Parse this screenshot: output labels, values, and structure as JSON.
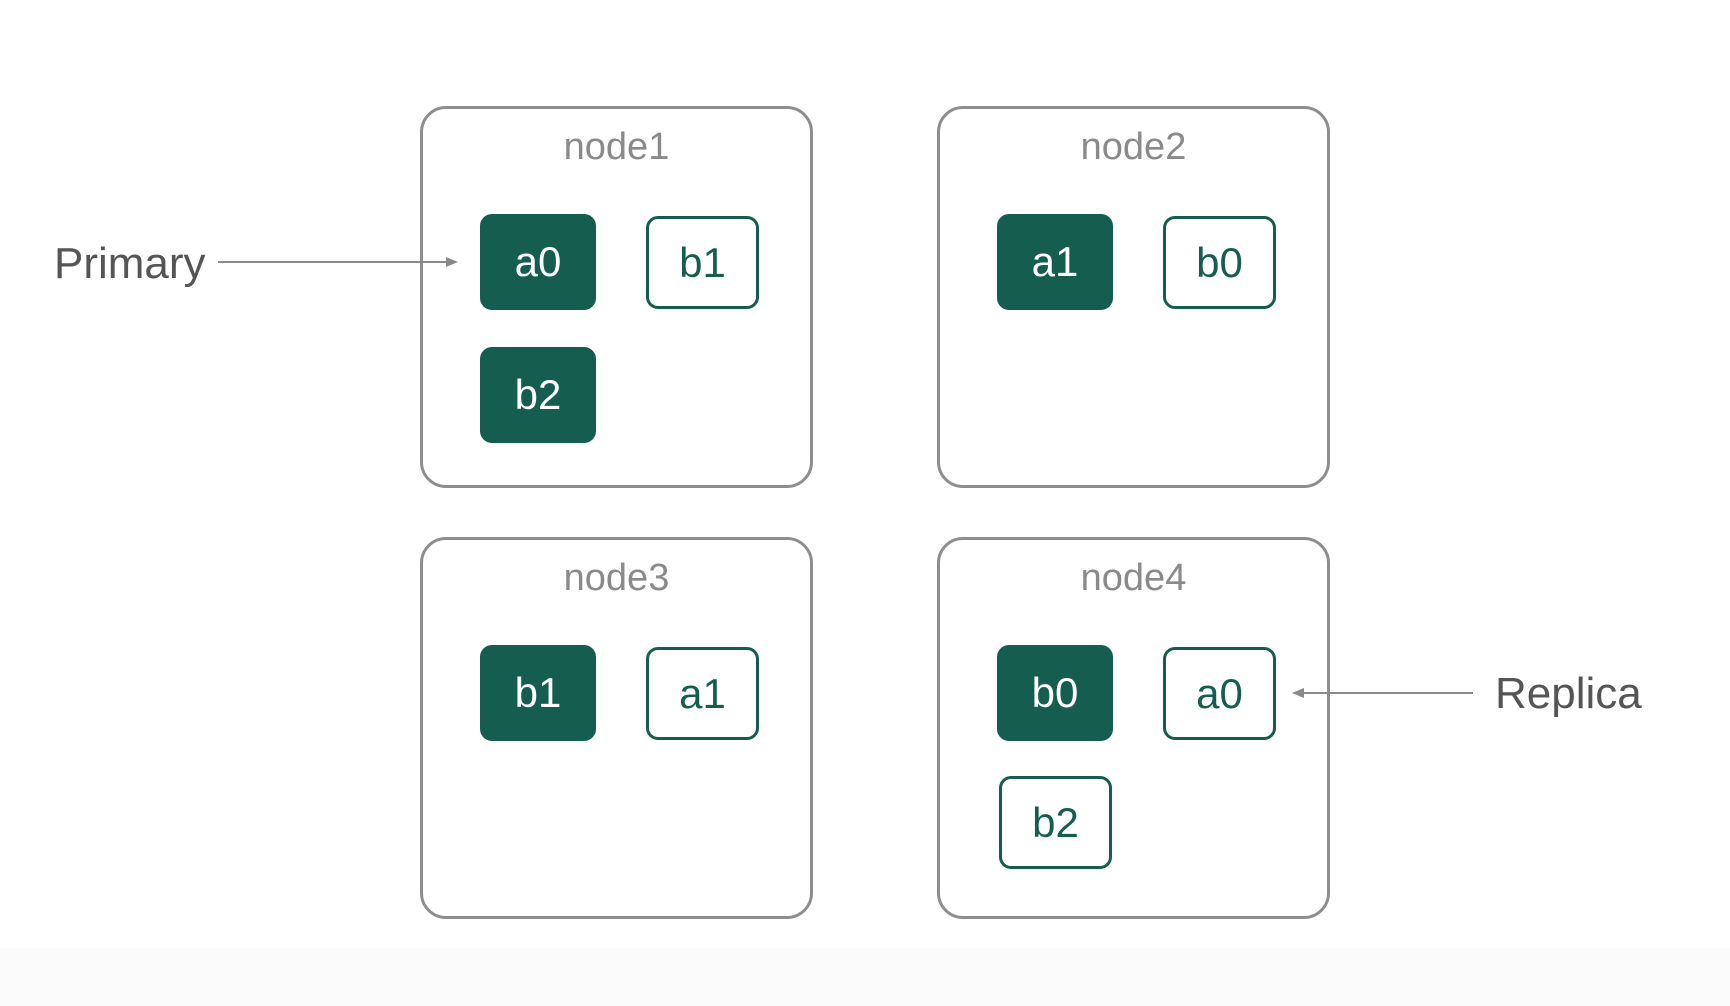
{
  "labels": {
    "primary": "Primary",
    "replica": "Replica"
  },
  "nodes": [
    {
      "name": "node1",
      "shards": [
        {
          "label": "a0",
          "kind": "primary"
        },
        {
          "label": "b1",
          "kind": "replica"
        },
        {
          "label": "b2",
          "kind": "primary"
        }
      ]
    },
    {
      "name": "node2",
      "shards": [
        {
          "label": "a1",
          "kind": "primary"
        },
        {
          "label": "b0",
          "kind": "replica"
        }
      ]
    },
    {
      "name": "node3",
      "shards": [
        {
          "label": "b1",
          "kind": "primary"
        },
        {
          "label": "a1",
          "kind": "replica"
        }
      ]
    },
    {
      "name": "node4",
      "shards": [
        {
          "label": "b0",
          "kind": "primary"
        },
        {
          "label": "a0",
          "kind": "replica"
        },
        {
          "label": "b2",
          "kind": "replica"
        }
      ]
    }
  ],
  "colors": {
    "shard": "#155e4f",
    "node_border": "#8e8e8e",
    "node_title": "#8a8a8a",
    "callout_text": "#555555",
    "arrow": "#8a8a8a"
  }
}
